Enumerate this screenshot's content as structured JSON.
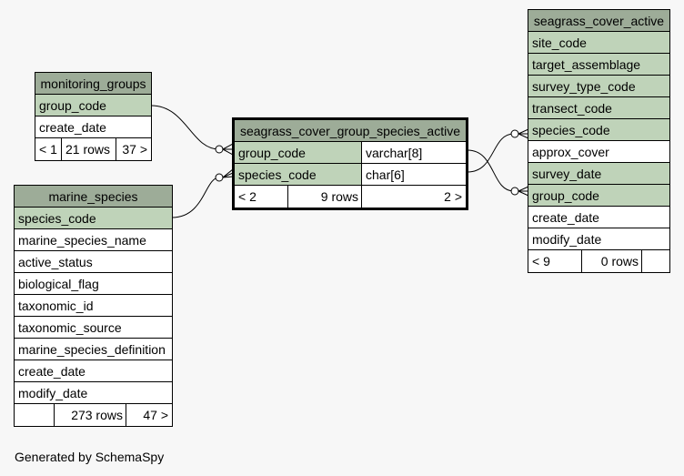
{
  "tables": {
    "monitoring_groups": {
      "name": "monitoring_groups",
      "columns": [
        "group_code",
        "create_date"
      ],
      "footer": {
        "left": "< 1",
        "middle": "21 rows",
        "right": "37 >"
      }
    },
    "marine_species": {
      "name": "marine_species",
      "columns": [
        "species_code",
        "marine_species_name",
        "active_status",
        "biological_flag",
        "taxonomic_id",
        "taxonomic_source",
        "marine_species_definition",
        "create_date",
        "modify_date"
      ],
      "footer": {
        "left": "",
        "middle": "273 rows",
        "right": "47 >"
      }
    },
    "focus": {
      "name": "seagrass_cover_group_species_active",
      "columns": [
        {
          "name": "group_code",
          "type": "varchar[8]"
        },
        {
          "name": "species_code",
          "type": "char[6]"
        }
      ],
      "footer": {
        "left": "< 2",
        "middle": "9 rows",
        "right": "2 >"
      }
    },
    "seagrass_cover_active": {
      "name": "seagrass_cover_active",
      "columns": [
        "site_code",
        "target_assemblage",
        "survey_type_code",
        "transect_code",
        "species_code",
        "approx_cover",
        "survey_date",
        "group_code",
        "create_date",
        "modify_date"
      ],
      "footer": {
        "left": "< 9",
        "middle": "0 rows",
        "right": ""
      }
    }
  },
  "footer_text": "Generated by SchemaSpy"
}
